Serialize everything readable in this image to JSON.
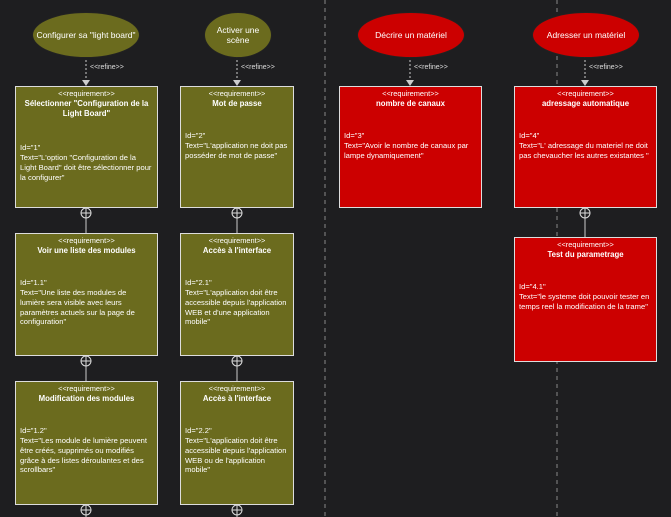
{
  "stereotype": "<<requirement>>",
  "refine_label": "<<refine>>",
  "usecases": [
    {
      "label": "Configurer sa \"light board\""
    },
    {
      "label": "Activer une scène"
    },
    {
      "label": "Décrire un matériel"
    },
    {
      "label": "Adresser un matériel"
    }
  ],
  "requirements": [
    {
      "name": "Sélectionner \"Configuration de la Light Board\"",
      "id": "Id=\"1\"",
      "text": "Text=\"L'option \"Configuration de la Light Board\" doit être sélectionner pour la configurer\""
    },
    {
      "name": "Voir une liste des modules",
      "id": "Id=\"1.1\"",
      "text": "Text=\"Une liste des modules de lumière sera visible avec leurs paramètres actuels sur la page de configuration\""
    },
    {
      "name": "Modification des modules",
      "id": "Id=\"1.2\"",
      "text": "Text=\"Les module de lumière peuvent être créés, supprimés ou modifiés grâce à des listes déroulantes et des scrollbars\""
    },
    {
      "name": "Mot de passe",
      "id": "Id=\"2\"",
      "text": "Text=\"L'application ne doit pas posséder de mot de passe\""
    },
    {
      "name": "Accès à l'interface",
      "id": "Id=\"2.1\"",
      "text": "Text=\"L'application doit être accessible depuis l'application WEB et d'une application mobile\""
    },
    {
      "name": "Accès à l'interface",
      "id": "Id=\"2.2\"",
      "text": "Text=\"L'application doit être accessible depuis l'application WEB ou de l'application mobile\""
    },
    {
      "name": "nombre de canaux",
      "id": "Id=\"3\"",
      "text": "Text=\"Avoir le nombre de canaux par lampe dynamiquement\""
    },
    {
      "name": "adressage automatique",
      "id": "Id=\"4\"",
      "text": "Text=\"L' adressage du materiel ne doit pas chevaucher les autres existantes \""
    },
    {
      "name": "Test du parametrage",
      "id": "Id=\"4.1\"",
      "text": "Text=\"le systeme doit pouvoir tester en temps reel la modification de la trame\""
    }
  ],
  "colors": {
    "green": "#6b6b1e",
    "red": "#cc0000",
    "background": "#1e1e20"
  }
}
